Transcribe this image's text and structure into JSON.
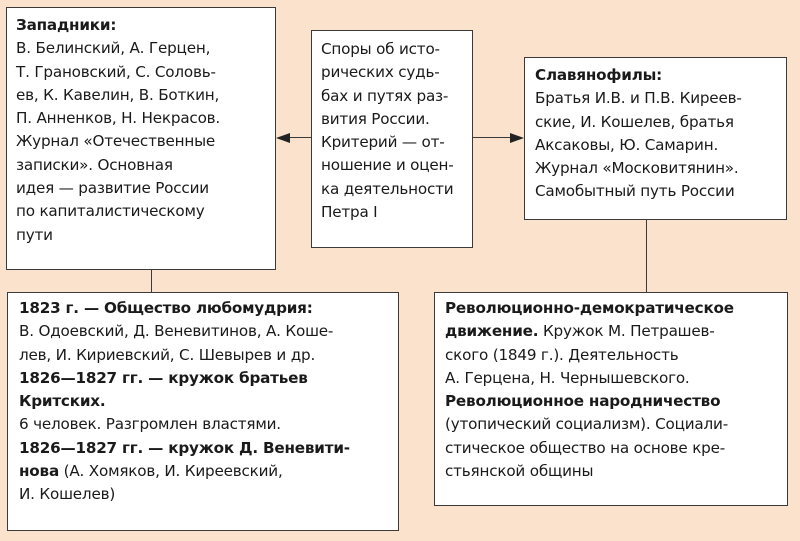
{
  "westerners": {
    "title": "Западники:",
    "lines": [
      "В. Белинский, А. Герцен,",
      "Т. Грановский, С. Соловь-",
      "ев, К. Кавелин, В. Боткин,",
      "П. Анненков, Н. Некрасов.",
      "Журнал «Отечественные",
      "записки». Основная",
      "идея — развитие России",
      "по капиталистическому",
      "пути"
    ]
  },
  "center": {
    "lines": [
      "Споры об исто-",
      "рических судь-",
      "бах и путях раз-",
      "вития России.",
      "Критерий — от-",
      "ношение и оцен-",
      "ка деятельности",
      "Петра I"
    ]
  },
  "slavophiles": {
    "title": "Славянофилы:",
    "lines": [
      "Братья И.В. и П.В. Киреев-",
      "ские, И. Кошелев, братья",
      "Аксаковы, Ю. Самарин.",
      "Журнал «Московитянин».",
      "Самобытный путь России"
    ]
  },
  "circles": {
    "heading1": "1823 г. — Общество любомудрия:",
    "lines1": [
      "В. Одоевский, Д. Веневитинов, А. Коше-",
      "лев, И. Кириевский, С. Шевырев и др."
    ],
    "heading2a": "1826—1827 гг. — кружок братьев",
    "heading2b": "Критских.",
    "lines2": [
      "6 человек. Разгромлен властями."
    ],
    "heading3a": "1826—1827 гг. — кружок Д. Веневити-",
    "heading3b": "нова",
    "heading3b_rest": " (А. Хомяков, И. Киреевский,",
    "lines3": [
      "И. Кошелев)"
    ]
  },
  "revolutionary": {
    "heading1": "Революционно-демократическое",
    "heading1b": "движение.",
    "heading1b_rest": " Кружок М. Петрашев-",
    "lines1": [
      "ского (1849 г.). Деятельность",
      "А. Герцена, Н. Чернышевского."
    ],
    "heading2": "Революционное народничество",
    "lines2": [
      "(утопический социализм). Социали-",
      "стическое общество на основе кре-",
      "стьянской общины"
    ]
  },
  "colors": {
    "background": "#fbe2cd",
    "box": "#ffffff",
    "border": "#3a3a3a"
  }
}
